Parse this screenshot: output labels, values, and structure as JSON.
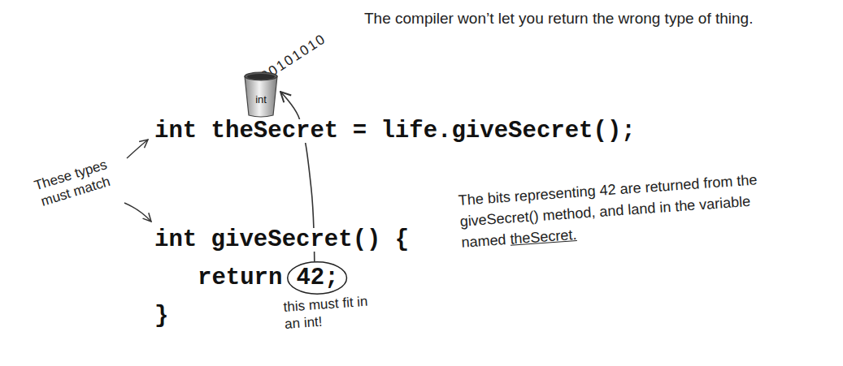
{
  "diagram": {
    "nodes": [
      {
        "text": [
          "int"
        ]
      },
      {
        "text": [
          "42;"
        ]
      }
    ],
    "edges": [
      {
        "from": 1,
        "to": 0,
        "arrow": "to"
      }
    ],
    "labels": [
      "The compiler won’t let you return the wrong type of thing.",
      "00101010",
      "int theSecret = life.giveSecret();",
      "These types must match",
      "int giveSecret() {",
      "return",
      "}",
      "this must fit in an int!",
      "The bits representing 42 are returned from the giveSecret() method, and land in the variable named",
      "theSecret."
    ]
  }
}
